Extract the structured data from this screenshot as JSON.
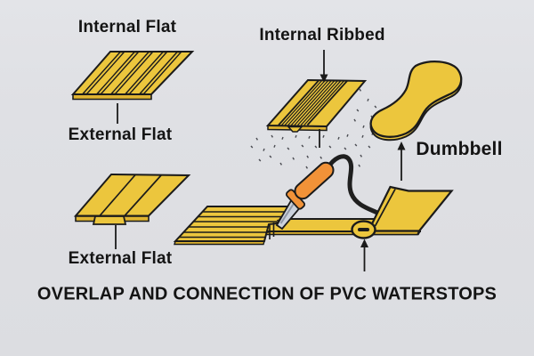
{
  "caption": "OVERLAP AND CONNECTION OF PVC WATERSTOPS",
  "labels": {
    "internal_flat": "Internal Flat",
    "external_flat_top": "External Flat",
    "internal_ribbed": "Internal Ribbed",
    "dumbbell": "Dumbbell",
    "external_flat_bottom": "External Flat"
  },
  "colors": {
    "background": "#dfe0e4",
    "yellow": "#ecc63d",
    "yellow_dark": "#e0b431",
    "outline": "#1b1b1b",
    "orange": "#f19238",
    "metal": "#ccd2dc",
    "metal_dark": "#8f97a6",
    "cable": "#1f1f1f",
    "speckle": "#4a4c52",
    "text": "#141414"
  }
}
